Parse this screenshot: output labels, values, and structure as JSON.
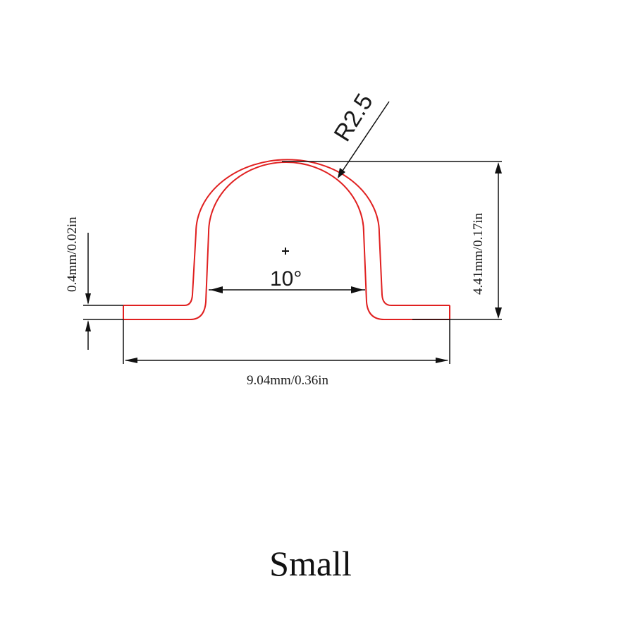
{
  "drawing": {
    "profile_color": "#e02020",
    "dimension_color": "#111111",
    "labels": {
      "radius": "R2.5",
      "angle": "10°",
      "thickness": "0.4mm/0.02in",
      "height": "4.41mm/0.17in",
      "width": "9.04mm/0.36in"
    }
  },
  "caption": "Small"
}
